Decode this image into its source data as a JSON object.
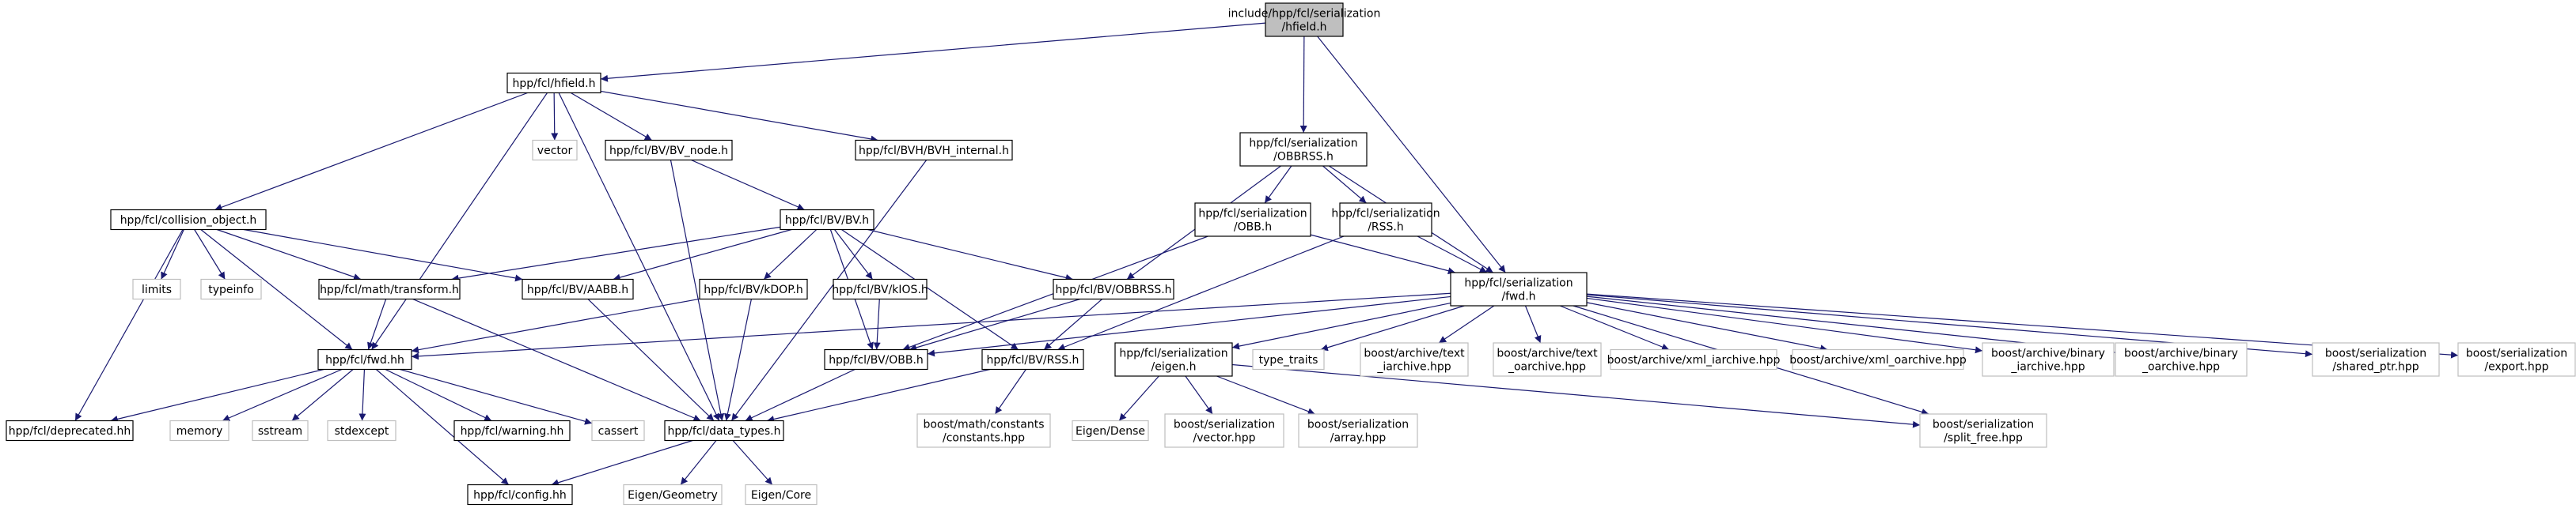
{
  "colors": {
    "edge": "#191970",
    "box_border": "#000000",
    "external_border": "#bfbfbf",
    "root_fill": "#bfbfbf",
    "label": "#000000"
  },
  "nodes": [
    {
      "id": "root",
      "lines": [
        "include/hpp/fcl/serialization",
        "/hfield.h"
      ],
      "kind": "root"
    },
    {
      "id": "hfield",
      "lines": [
        "hpp/fcl/hfield.h"
      ],
      "kind": "box"
    },
    {
      "id": "vector",
      "lines": [
        "vector"
      ],
      "kind": "external"
    },
    {
      "id": "bv_node",
      "lines": [
        "hpp/fcl/BV/BV_node.h"
      ],
      "kind": "box"
    },
    {
      "id": "bvh_internal",
      "lines": [
        "hpp/fcl/BVH/BVH_internal.h"
      ],
      "kind": "box"
    },
    {
      "id": "ser_obbrss",
      "lines": [
        "hpp/fcl/serialization",
        "/OBBRSS.h"
      ],
      "kind": "box"
    },
    {
      "id": "collision_object",
      "lines": [
        "hpp/fcl/collision_object.h"
      ],
      "kind": "box"
    },
    {
      "id": "bv",
      "lines": [
        "hpp/fcl/BV/BV.h"
      ],
      "kind": "box"
    },
    {
      "id": "ser_obb",
      "lines": [
        "hpp/fcl/serialization",
        "/OBB.h"
      ],
      "kind": "box"
    },
    {
      "id": "ser_rss",
      "lines": [
        "hpp/fcl/serialization",
        "/RSS.h"
      ],
      "kind": "box"
    },
    {
      "id": "limits",
      "lines": [
        "limits"
      ],
      "kind": "external"
    },
    {
      "id": "typeinfo",
      "lines": [
        "typeinfo"
      ],
      "kind": "external"
    },
    {
      "id": "transform",
      "lines": [
        "hpp/fcl/math/transform.h"
      ],
      "kind": "box"
    },
    {
      "id": "aabb",
      "lines": [
        "hpp/fcl/BV/AABB.h"
      ],
      "kind": "box"
    },
    {
      "id": "kdop",
      "lines": [
        "hpp/fcl/BV/kDOP.h"
      ],
      "kind": "box"
    },
    {
      "id": "kios",
      "lines": [
        "hpp/fcl/BV/kIOS.h"
      ],
      "kind": "box"
    },
    {
      "id": "bv_obbrss",
      "lines": [
        "hpp/fcl/BV/OBBRSS.h"
      ],
      "kind": "box"
    },
    {
      "id": "ser_fwd",
      "lines": [
        "hpp/fcl/serialization",
        "/fwd.h"
      ],
      "kind": "box"
    },
    {
      "id": "fwd",
      "lines": [
        "hpp/fcl/fwd.hh"
      ],
      "kind": "box"
    },
    {
      "id": "obb",
      "lines": [
        "hpp/fcl/BV/OBB.h"
      ],
      "kind": "box"
    },
    {
      "id": "rss",
      "lines": [
        "hpp/fcl/BV/RSS.h"
      ],
      "kind": "box"
    },
    {
      "id": "ser_eigen",
      "lines": [
        "hpp/fcl/serialization",
        "/eigen.h"
      ],
      "kind": "box"
    },
    {
      "id": "type_traits",
      "lines": [
        "type_traits"
      ],
      "kind": "external"
    },
    {
      "id": "text_iarchive",
      "lines": [
        "boost/archive/text",
        "_iarchive.hpp"
      ],
      "kind": "external"
    },
    {
      "id": "text_oarchive",
      "lines": [
        "boost/archive/text",
        "_oarchive.hpp"
      ],
      "kind": "external"
    },
    {
      "id": "xml_iarchive",
      "lines": [
        "boost/archive/xml_iarchive.hpp"
      ],
      "kind": "external"
    },
    {
      "id": "xml_oarchive",
      "lines": [
        "boost/archive/xml_oarchive.hpp"
      ],
      "kind": "external"
    },
    {
      "id": "binary_iarchive",
      "lines": [
        "boost/archive/binary",
        "_iarchive.hpp"
      ],
      "kind": "external"
    },
    {
      "id": "binary_oarchive",
      "lines": [
        "boost/archive/binary",
        "_oarchive.hpp"
      ],
      "kind": "external"
    },
    {
      "id": "shared_ptr",
      "lines": [
        "boost/serialization",
        "/shared_ptr.hpp"
      ],
      "kind": "external"
    },
    {
      "id": "export",
      "lines": [
        "boost/serialization",
        "/export.hpp"
      ],
      "kind": "external"
    },
    {
      "id": "deprecated",
      "lines": [
        "hpp/fcl/deprecated.hh"
      ],
      "kind": "box"
    },
    {
      "id": "memory",
      "lines": [
        "memory"
      ],
      "kind": "external"
    },
    {
      "id": "sstream",
      "lines": [
        "sstream"
      ],
      "kind": "external"
    },
    {
      "id": "stdexcept",
      "lines": [
        "stdexcept"
      ],
      "kind": "external"
    },
    {
      "id": "warning",
      "lines": [
        "hpp/fcl/warning.hh"
      ],
      "kind": "box"
    },
    {
      "id": "cassert",
      "lines": [
        "cassert"
      ],
      "kind": "external"
    },
    {
      "id": "data_types",
      "lines": [
        "hpp/fcl/data_types.h"
      ],
      "kind": "box"
    },
    {
      "id": "constants",
      "lines": [
        "boost/math/constants",
        "/constants.hpp"
      ],
      "kind": "external"
    },
    {
      "id": "eigen_dense",
      "lines": [
        "Eigen/Dense"
      ],
      "kind": "external"
    },
    {
      "id": "ser_vector",
      "lines": [
        "boost/serialization",
        "/vector.hpp"
      ],
      "kind": "external"
    },
    {
      "id": "ser_array",
      "lines": [
        "boost/serialization",
        "/array.hpp"
      ],
      "kind": "external"
    },
    {
      "id": "split_free",
      "lines": [
        "boost/serialization",
        "/split_free.hpp"
      ],
      "kind": "external"
    },
    {
      "id": "config",
      "lines": [
        "hpp/fcl/config.hh"
      ],
      "kind": "box"
    },
    {
      "id": "eigen_geometry",
      "lines": [
        "Eigen/Geometry"
      ],
      "kind": "external"
    },
    {
      "id": "eigen_core",
      "lines": [
        "Eigen/Core"
      ],
      "kind": "external"
    }
  ],
  "edges": [
    [
      "root",
      "hfield"
    ],
    [
      "root",
      "ser_obbrss"
    ],
    [
      "root",
      "ser_fwd"
    ],
    [
      "hfield",
      "collision_object"
    ],
    [
      "hfield",
      "vector"
    ],
    [
      "hfield",
      "bv_node"
    ],
    [
      "hfield",
      "bvh_internal"
    ],
    [
      "hfield",
      "fwd"
    ],
    [
      "hfield",
      "data_types"
    ],
    [
      "bv_node",
      "bv"
    ],
    [
      "bv_node",
      "data_types"
    ],
    [
      "bvh_internal",
      "data_types"
    ],
    [
      "ser_obbrss",
      "ser_obb"
    ],
    [
      "ser_obbrss",
      "ser_rss"
    ],
    [
      "ser_obbrss",
      "bv_obbrss"
    ],
    [
      "ser_obbrss",
      "ser_fwd"
    ],
    [
      "ser_obb",
      "ser_fwd"
    ],
    [
      "ser_obb",
      "obb"
    ],
    [
      "ser_rss",
      "ser_fwd"
    ],
    [
      "ser_rss",
      "rss"
    ],
    [
      "collision_object",
      "deprecated"
    ],
    [
      "collision_object",
      "fwd"
    ],
    [
      "collision_object",
      "limits"
    ],
    [
      "collision_object",
      "typeinfo"
    ],
    [
      "collision_object",
      "transform"
    ],
    [
      "collision_object",
      "aabb"
    ],
    [
      "bv",
      "transform"
    ],
    [
      "bv",
      "aabb"
    ],
    [
      "bv",
      "kdop"
    ],
    [
      "bv",
      "kios"
    ],
    [
      "bv",
      "obb"
    ],
    [
      "bv",
      "rss"
    ],
    [
      "bv",
      "bv_obbrss"
    ],
    [
      "transform",
      "fwd"
    ],
    [
      "transform",
      "data_types"
    ],
    [
      "aabb",
      "data_types"
    ],
    [
      "kdop",
      "fwd"
    ],
    [
      "kdop",
      "data_types"
    ],
    [
      "kios",
      "obb"
    ],
    [
      "bv_obbrss",
      "obb"
    ],
    [
      "bv_obbrss",
      "rss"
    ],
    [
      "obb",
      "data_types"
    ],
    [
      "rss",
      "data_types"
    ],
    [
      "rss",
      "constants"
    ],
    [
      "ser_fwd",
      "fwd"
    ],
    [
      "ser_fwd",
      "obb"
    ],
    [
      "ser_fwd",
      "ser_eigen"
    ],
    [
      "ser_fwd",
      "type_traits"
    ],
    [
      "ser_fwd",
      "text_iarchive"
    ],
    [
      "ser_fwd",
      "text_oarchive"
    ],
    [
      "ser_fwd",
      "xml_iarchive"
    ],
    [
      "ser_fwd",
      "xml_oarchive"
    ],
    [
      "ser_fwd",
      "binary_iarchive"
    ],
    [
      "ser_fwd",
      "binary_oarchive"
    ],
    [
      "ser_fwd",
      "shared_ptr"
    ],
    [
      "ser_fwd",
      "export"
    ],
    [
      "ser_fwd",
      "split_free"
    ],
    [
      "ser_eigen",
      "eigen_dense"
    ],
    [
      "ser_eigen",
      "ser_vector"
    ],
    [
      "ser_eigen",
      "ser_array"
    ],
    [
      "ser_eigen",
      "split_free"
    ],
    [
      "fwd",
      "deprecated"
    ],
    [
      "fwd",
      "memory"
    ],
    [
      "fwd",
      "sstream"
    ],
    [
      "fwd",
      "stdexcept"
    ],
    [
      "fwd",
      "warning"
    ],
    [
      "fwd",
      "cassert"
    ],
    [
      "fwd",
      "config"
    ],
    [
      "data_types",
      "config"
    ],
    [
      "data_types",
      "eigen_geometry"
    ],
    [
      "data_types",
      "eigen_core"
    ]
  ]
}
